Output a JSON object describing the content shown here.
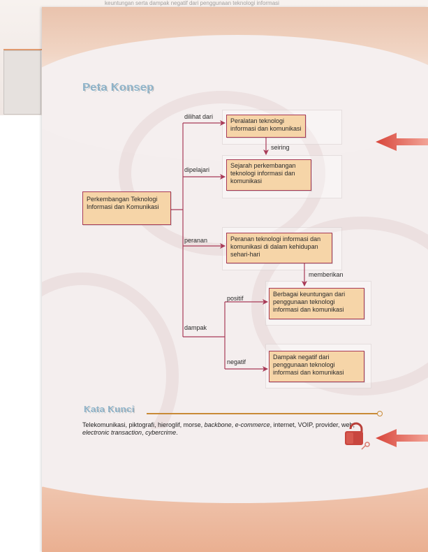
{
  "back_page": {
    "text": "keuntungan serta dampak negatif dari penggunaan teknologi informasi"
  },
  "concept_map": {
    "title": "Peta Konsep",
    "root": "Perkembangan Teknologi Informasi dan Komunikasi",
    "nodes": {
      "peralatan": "Peralatan teknologi informasi dan komunikasi",
      "sejarah": "Sejarah perkembangan teknologi informasi dan komunikasi",
      "peranan": "Peranan teknologi informasi dan komunikasi di dalam kehidupan sehari-hari",
      "keuntungan": "Berbagai keuntungan dari penggunaan teknologi informasi dan komunikasi",
      "dampak_negatif": "Dampak negatif dari penggunaan teknologi informasi dan komunikasi"
    },
    "edge_labels": {
      "dilihat_dari": "dilihat dari",
      "seiring": "seiring",
      "dipelajari": "dipelajari",
      "peranan": "peranan",
      "memberikan": "memberikan",
      "positif": "positif",
      "dampak": "dampak",
      "negatif": "negatif"
    }
  },
  "kata_kunci": {
    "title": "Kata Kunci",
    "terms": [
      {
        "text": "Telekomunikasi, piktografi, hieroglif, morse, ",
        "italic": false
      },
      {
        "text": "backbone",
        "italic": true
      },
      {
        "text": ", ",
        "italic": false
      },
      {
        "text": "e-commerce",
        "italic": true
      },
      {
        "text": ", internet, VOIP, provider, web, ",
        "italic": false
      },
      {
        "text": "electronic transaction",
        "italic": true
      },
      {
        "text": ", ",
        "italic": false
      },
      {
        "text": "cybercrime",
        "italic": true
      },
      {
        "text": ".",
        "italic": false
      }
    ]
  },
  "colors": {
    "node_fill": "#f6d5a8",
    "connector": "#a83a57",
    "title_blue": "#8fb3c9",
    "rule_orange": "#c88a36",
    "arrow_red": "#d8453a"
  },
  "icons": [
    "red-pointer-arrow-icon",
    "padlock-key-icon"
  ]
}
